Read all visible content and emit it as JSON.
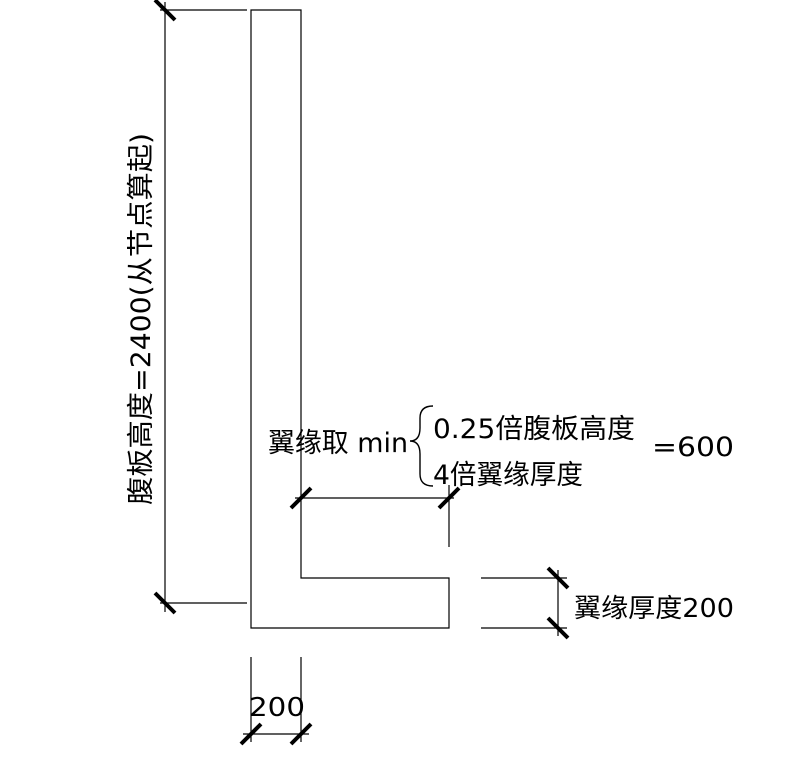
{
  "annotations": {
    "web_height": "腹板高度=2400(从节点算起)",
    "flange_prefix": "翼缘取 min",
    "flange_option_1": "0.25倍腹板高度",
    "flange_option_2": "4倍翼缘厚度",
    "flange_result": "=600",
    "flange_thickness": "翼缘厚度200",
    "web_thickness": "200"
  }
}
